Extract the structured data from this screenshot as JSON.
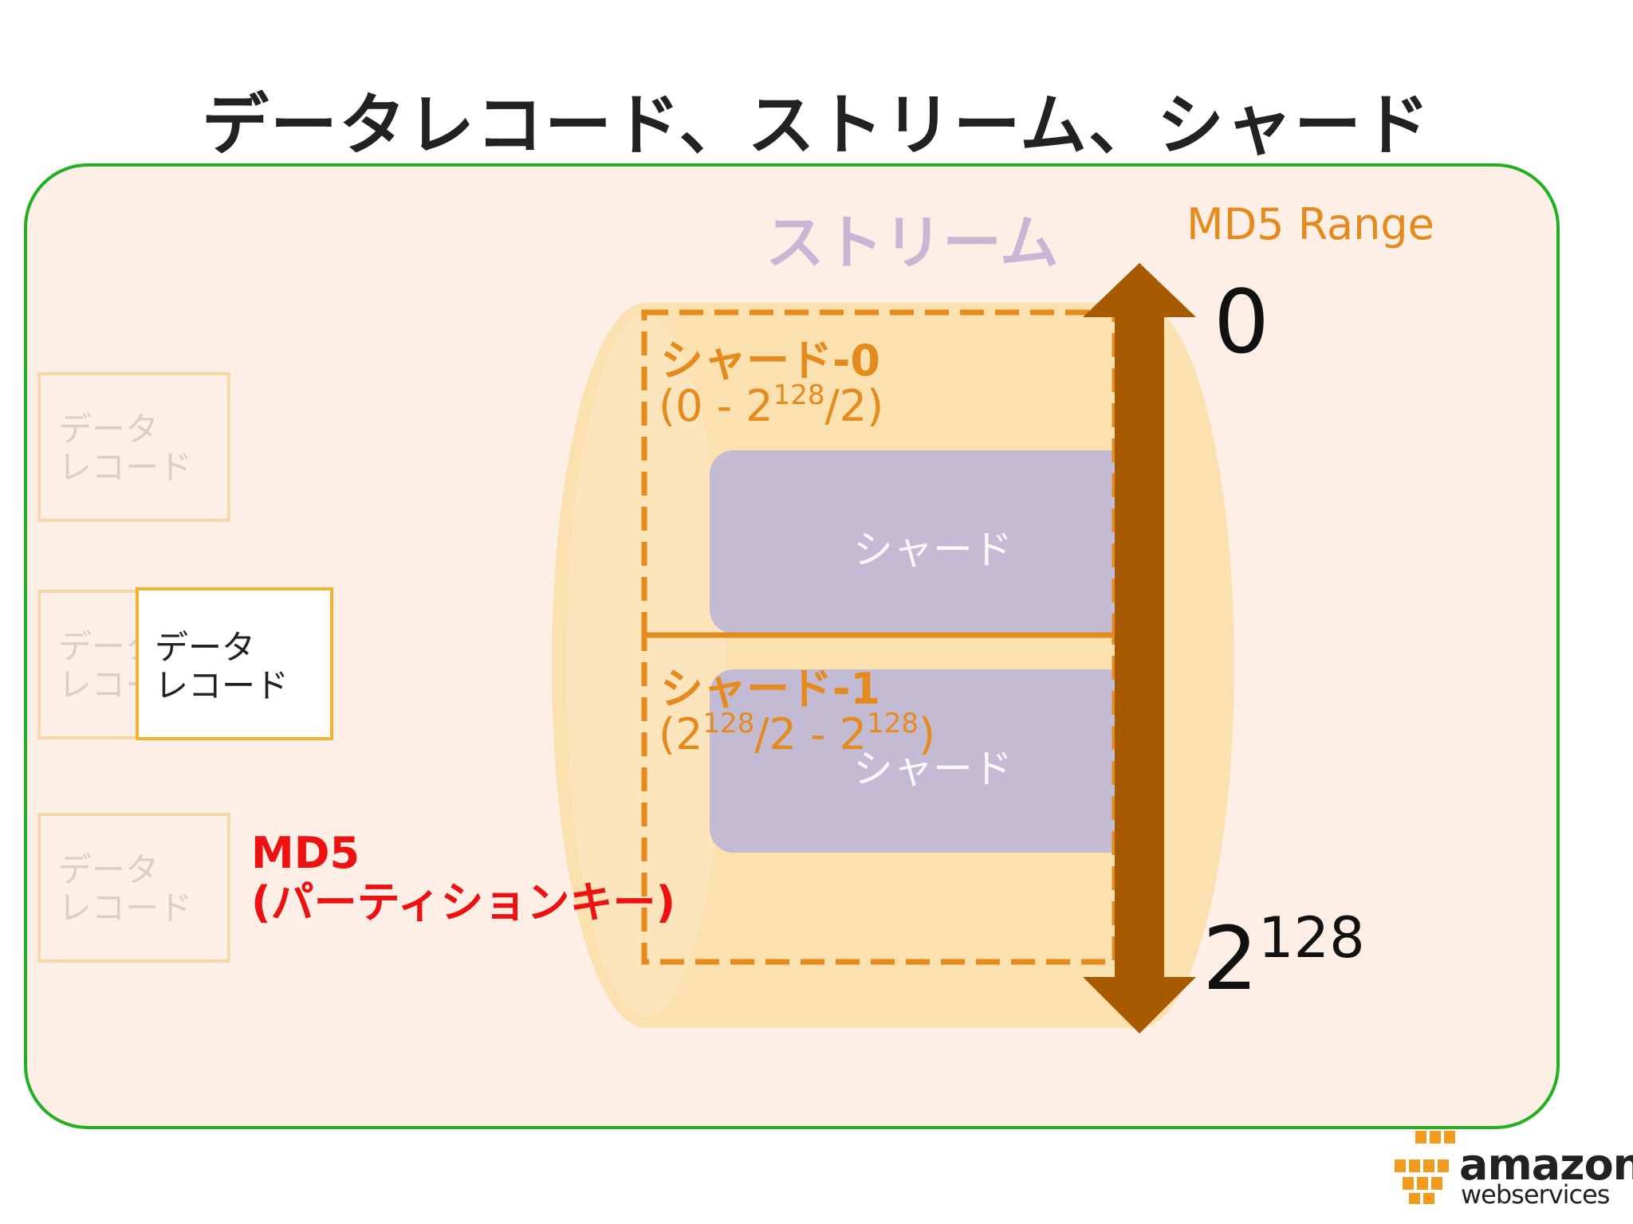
{
  "title": "データレコード、ストリーム、シャード",
  "stream": {
    "label": "ストリーム"
  },
  "md5_range": {
    "label": "MD5 Range",
    "start": "0",
    "end_base": "2",
    "end_exp": "128"
  },
  "records": [
    {
      "line1": "データ",
      "line2": "レコード"
    },
    {
      "line1": "データ",
      "line2": "レコード"
    },
    {
      "line1": "データ",
      "line2": "レコード"
    }
  ],
  "active_record": {
    "line1": "データ",
    "line2": "レコード"
  },
  "md5_key": {
    "line1": "MD5",
    "line2": "(パーティションキー)"
  },
  "shards": [
    {
      "title": "シャード-0",
      "range_pre": "(0 - 2",
      "range_exp": "128",
      "range_post": "/2)",
      "box_label": "シャード"
    },
    {
      "title": "シャード-1",
      "range_pre": "(2",
      "range_exp": "128",
      "range_mid": "/2 - 2",
      "range_exp2": "128",
      "range_post": ")",
      "box_label": "シャード"
    }
  ],
  "colors": {
    "frame_border": "#22b022",
    "frame_fill": "#fdefe6",
    "cylinder": "#fbe0b0",
    "shard_box": "#c3bad3",
    "dash": "#e58a1c",
    "arrow": "#a85a00",
    "accent_red": "#ee1111"
  },
  "logo": {
    "line1": "amazon",
    "line2": "webservices",
    "icon": "aws-cubes-icon"
  }
}
